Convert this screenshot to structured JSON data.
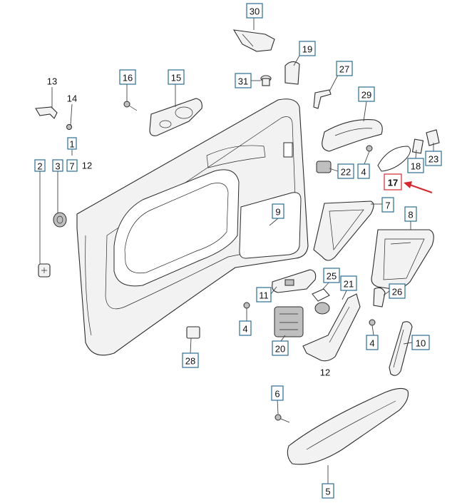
{
  "diagram": {
    "highlight_color": "#d9262c",
    "callout_color": "#2a6f97",
    "highlighted_part": "17",
    "callouts": [
      {
        "id": "30",
        "label": "30"
      },
      {
        "id": "19",
        "label": "19"
      },
      {
        "id": "27",
        "label": "27"
      },
      {
        "id": "16",
        "label": "16"
      },
      {
        "id": "15",
        "label": "15"
      },
      {
        "id": "31",
        "label": "31"
      },
      {
        "id": "29",
        "label": "29"
      },
      {
        "id": "1",
        "label": "1"
      },
      {
        "id": "2",
        "label": "2"
      },
      {
        "id": "3",
        "label": "3"
      },
      {
        "id": "7a",
        "label": "7"
      },
      {
        "id": "18",
        "label": "18"
      },
      {
        "id": "23",
        "label": "23"
      },
      {
        "id": "22",
        "label": "22"
      },
      {
        "id": "4a",
        "label": "4"
      },
      {
        "id": "17",
        "label": "17"
      },
      {
        "id": "7b",
        "label": "7"
      },
      {
        "id": "8",
        "label": "8"
      },
      {
        "id": "9",
        "label": "9"
      },
      {
        "id": "25",
        "label": "25"
      },
      {
        "id": "21",
        "label": "21"
      },
      {
        "id": "11",
        "label": "11"
      },
      {
        "id": "26",
        "label": "26"
      },
      {
        "id": "4b",
        "label": "4"
      },
      {
        "id": "20",
        "label": "20"
      },
      {
        "id": "4c",
        "label": "4"
      },
      {
        "id": "10",
        "label": "10"
      },
      {
        "id": "28",
        "label": "28"
      },
      {
        "id": "6",
        "label": "6"
      },
      {
        "id": "5",
        "label": "5"
      }
    ],
    "plain_labels": [
      {
        "id": "13",
        "label": "13"
      },
      {
        "id": "14",
        "label": "14"
      },
      {
        "id": "12a",
        "label": "12"
      },
      {
        "id": "12b",
        "label": "12"
      }
    ]
  }
}
